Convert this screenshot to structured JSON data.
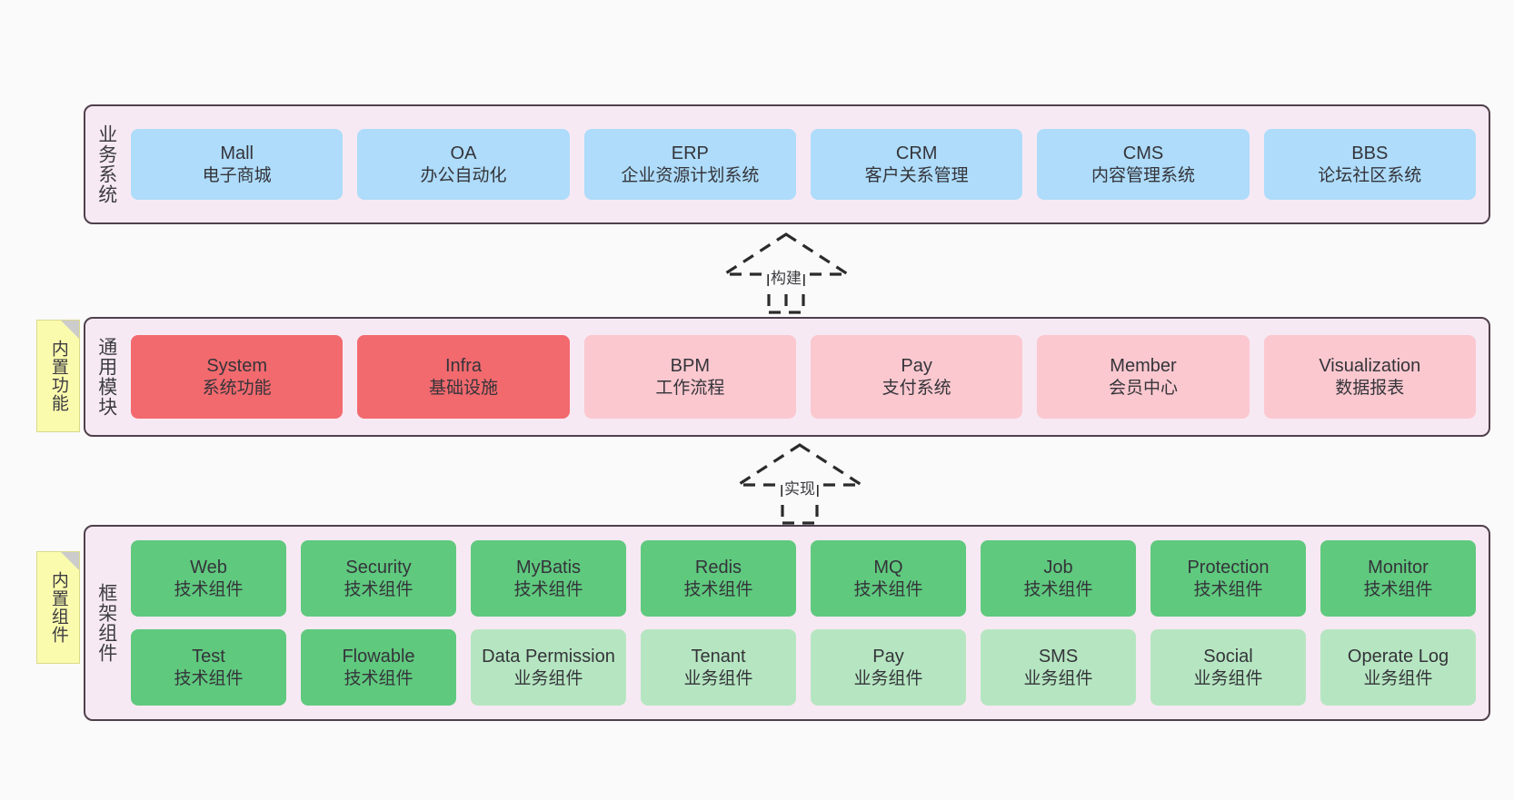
{
  "diagram": {
    "title": "Framework architecture layers",
    "background": "#fafafa",
    "panel_bg": "#f7e9f3",
    "panel_border": "#50404c"
  },
  "notes": [
    {
      "name": "built-in-features",
      "text": "内置功能",
      "color": "#fbfbae"
    },
    {
      "name": "built-in-components",
      "text": "内置组件",
      "color": "#fbfbae"
    }
  ],
  "connectors": [
    {
      "name": "build",
      "label": "构建",
      "style": "dashed-hollow-triangle-up"
    },
    {
      "name": "implement",
      "label": "实现",
      "style": "dashed-hollow-triangle-up"
    }
  ],
  "layers": [
    {
      "id": "business",
      "title": "业务系统",
      "accent": "#aedcfa",
      "cards": [
        {
          "en": "Mall",
          "cn": "电子商城",
          "tone": "blue"
        },
        {
          "en": "OA",
          "cn": "办公自动化",
          "tone": "blue"
        },
        {
          "en": "ERP",
          "cn": "企业资源计划系统",
          "tone": "blue"
        },
        {
          "en": "CRM",
          "cn": "客户关系管理",
          "tone": "blue"
        },
        {
          "en": "CMS",
          "cn": "内容管理系统",
          "tone": "blue"
        },
        {
          "en": "BBS",
          "cn": "论坛社区系统",
          "tone": "blue"
        }
      ]
    },
    {
      "id": "modules",
      "title": "通用模块",
      "accent": "#f26a6e",
      "cards": [
        {
          "en": "System",
          "cn": "系统功能",
          "tone": "red"
        },
        {
          "en": "Infra",
          "cn": "基础设施",
          "tone": "red"
        },
        {
          "en": "BPM",
          "cn": "工作流程",
          "tone": "pink"
        },
        {
          "en": "Pay",
          "cn": "支付系统",
          "tone": "pink"
        },
        {
          "en": "Member",
          "cn": "会员中心",
          "tone": "pink"
        },
        {
          "en": "Visualization",
          "cn": "数据报表",
          "tone": "pink"
        }
      ]
    },
    {
      "id": "framework",
      "title": "框架组件",
      "accent": "#5fc97e",
      "rows": [
        [
          {
            "en": "Web",
            "cn": "技术组件",
            "tone": "green"
          },
          {
            "en": "Security",
            "cn": "技术组件",
            "tone": "green"
          },
          {
            "en": "MyBatis",
            "cn": "技术组件",
            "tone": "green"
          },
          {
            "en": "Redis",
            "cn": "技术组件",
            "tone": "green"
          },
          {
            "en": "MQ",
            "cn": "技术组件",
            "tone": "green"
          },
          {
            "en": "Job",
            "cn": "技术组件",
            "tone": "green"
          },
          {
            "en": "Protection",
            "cn": "技术组件",
            "tone": "green"
          },
          {
            "en": "Monitor",
            "cn": "技术组件",
            "tone": "green"
          }
        ],
        [
          {
            "en": "Test",
            "cn": "技术组件",
            "tone": "green"
          },
          {
            "en": "Flowable",
            "cn": "技术组件",
            "tone": "green"
          },
          {
            "en": "Data Permission",
            "cn": "业务组件",
            "tone": "mint"
          },
          {
            "en": "Tenant",
            "cn": "业务组件",
            "tone": "mint"
          },
          {
            "en": "Pay",
            "cn": "业务组件",
            "tone": "mint"
          },
          {
            "en": "SMS",
            "cn": "业务组件",
            "tone": "mint"
          },
          {
            "en": "Social",
            "cn": "业务组件",
            "tone": "mint"
          },
          {
            "en": "Operate Log",
            "cn": "业务组件",
            "tone": "mint"
          }
        ]
      ]
    }
  ]
}
